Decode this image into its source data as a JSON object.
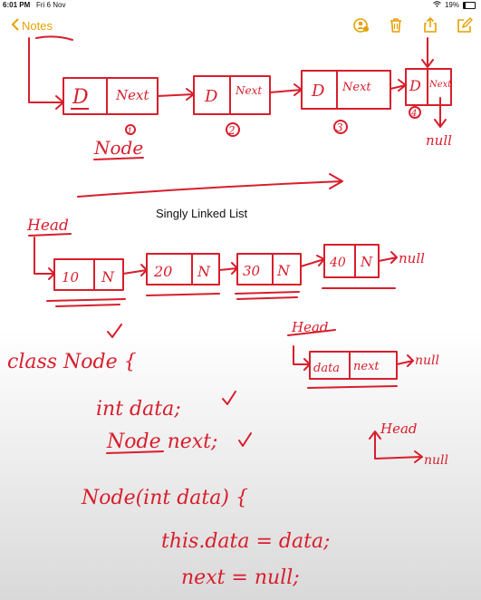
{
  "status": {
    "time": "6:01 PM",
    "date": "Fri 6 Nov",
    "battery": "19%"
  },
  "nav": {
    "back_label": "Notes"
  },
  "caption": "Singly Linked List",
  "diagram1": {
    "boxes": [
      {
        "data": "D",
        "next": "Next",
        "index": "1"
      },
      {
        "data": "D",
        "next": "Next",
        "index": "2"
      },
      {
        "data": "D",
        "next": "Next",
        "index": "3"
      },
      {
        "data": "D",
        "next": "Next",
        "index": "4"
      }
    ],
    "node_label": "Node",
    "null_label": "null"
  },
  "diagram2": {
    "head_label": "Head",
    "nodes": [
      {
        "value": "10",
        "next": "N"
      },
      {
        "value": "20",
        "next": "N"
      },
      {
        "value": "30",
        "next": "N"
      },
      {
        "value": "40",
        "next": "N"
      }
    ],
    "null_label": "null"
  },
  "code": {
    "line1": "class Node {",
    "line2": "int data;",
    "line3": "Node next;",
    "line4": "Node(int data) {",
    "line5": "this.data = data;",
    "line6": "next = null;"
  },
  "diagram3": {
    "head_label": "Head",
    "data_label": "data",
    "next_label": "next",
    "null_label": "null"
  },
  "diagram4": {
    "head_label": "Head",
    "null_label": "null"
  },
  "colors": {
    "ink": "#d81e2c",
    "accent": "#e6a100"
  }
}
